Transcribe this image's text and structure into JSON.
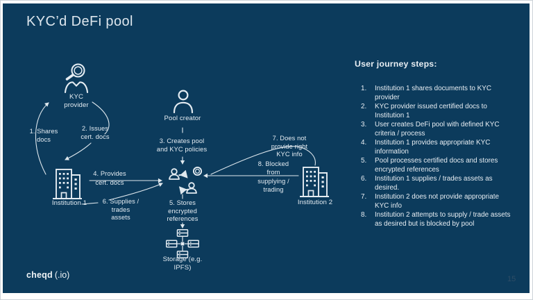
{
  "slide": {
    "title": "KYC’d DeFi pool",
    "page_number": "15"
  },
  "footer": {
    "brand": "cheqd",
    "suffix": "(.io)"
  },
  "colors": {
    "background": "#0c3b5c",
    "ink": "#e4ecf2",
    "page_number": "#2f4d66"
  },
  "diagram": {
    "nodes": {
      "kyc_provider": "KYC\nprovider",
      "pool_creator": "Pool creator",
      "institution1": "Institution 1",
      "institution2": "Institution 2",
      "storage": "Storage (e.g.\nIPFS)"
    },
    "icons": {
      "kyc_provider": "magnifier-person-icon",
      "pool_creator": "user-icon",
      "institution1": "building-icon",
      "institution2": "building-icon",
      "pool": "exchange-pool-icon",
      "storage": "distributed-storage-icon"
    },
    "edges": {
      "e1": "1. Shares\ndocs",
      "e2": "2. Issues\ncert. docs",
      "e3": "3. Creates pool\nand KYC policies",
      "e4": "4. Provides\ncert. docs",
      "e5": "5. Stores\nencrypted\nreferences",
      "e6": "6. Supplies /\ntrades\nassets",
      "e7": "7. Does not\nprovide right\nKYC info",
      "e8": "8. Blocked\nfrom\nsupplying /\ntrading"
    }
  },
  "journey": {
    "heading": "User journey steps:",
    "steps": [
      "Institution 1 shares documents to KYC provider",
      "KYC provider issued certified docs to Institution 1",
      "User creates DeFi pool with defined KYC criteria / process",
      "Institution 1 provides appropriate KYC information",
      "Pool processes certified docs and stores encrypted references",
      "Institution 1 supplies / trades assets as desired.",
      "Institution 2 does not provide appropriate KYC info",
      "Institution 2 attempts to supply / trade assets as desired but is blocked by pool"
    ]
  }
}
